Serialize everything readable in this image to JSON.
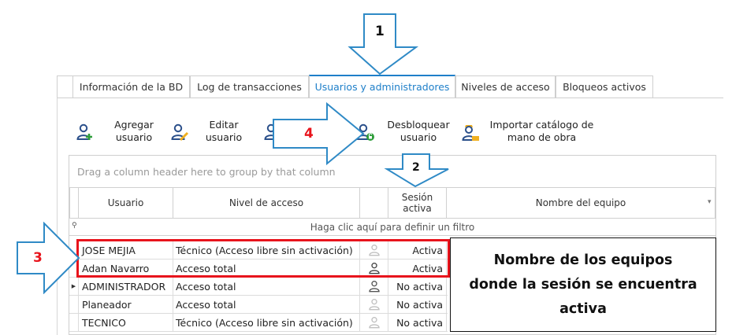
{
  "tabs": [
    {
      "label": "Información de la BD"
    },
    {
      "label": "Log de transacciones"
    },
    {
      "label": "Usuarios y administradores"
    },
    {
      "label": "Niveles de acceso"
    },
    {
      "label": "Bloqueos activos"
    }
  ],
  "toolbar": {
    "add": {
      "line1": "Agregar",
      "line2": "usuario",
      "icon": "add-user-icon"
    },
    "edit": {
      "line1": "Editar",
      "line2": "usuario",
      "icon": "edit-user-icon"
    },
    "unlock": {
      "line1": "Desbloquear",
      "line2": "usuario",
      "icon": "unlock-user-icon"
    },
    "import": {
      "line1": "Importar catálogo de",
      "line2": "mano de obra",
      "icon": "import-catalog-icon"
    }
  },
  "grid": {
    "group_hint": "Drag a column header here to group by that column",
    "columns": {
      "user": "Usuario",
      "level": "Nivel de acceso",
      "session_line1": "Sesión",
      "session_line2": "activa",
      "machine": "Nombre del equipo"
    },
    "filter_hint": "Haga clic aquí para definir un filtro",
    "rows": [
      {
        "user": "JOSE MEJIA",
        "level": "Técnico (Acceso libre sin activación)",
        "session": "Activa"
      },
      {
        "user": "Adan Navarro",
        "level": "Acceso total",
        "session": "Activa"
      },
      {
        "user": "ADMINISTRADOR",
        "level": "Acceso total",
        "session": "No activa"
      },
      {
        "user": "Planeador",
        "level": "Acceso total",
        "session": "No activa"
      },
      {
        "user": "TECNICO",
        "level": "Técnico (Acceso libre sin activación)",
        "session": "No activa"
      }
    ]
  },
  "annotations": {
    "n1": "1",
    "n2": "2",
    "n3": "3",
    "n4": "4",
    "callout_line1": "Nombre de los equipos",
    "callout_line2": "donde la sesión se encuentra",
    "callout_line3": "activa"
  },
  "colors": {
    "accent": "#1e7fc9",
    "annotation_red": "#e8141c",
    "icon_blue": "#2a4f8a",
    "icon_green": "#2e9d3a",
    "icon_yellow": "#f0b020"
  }
}
